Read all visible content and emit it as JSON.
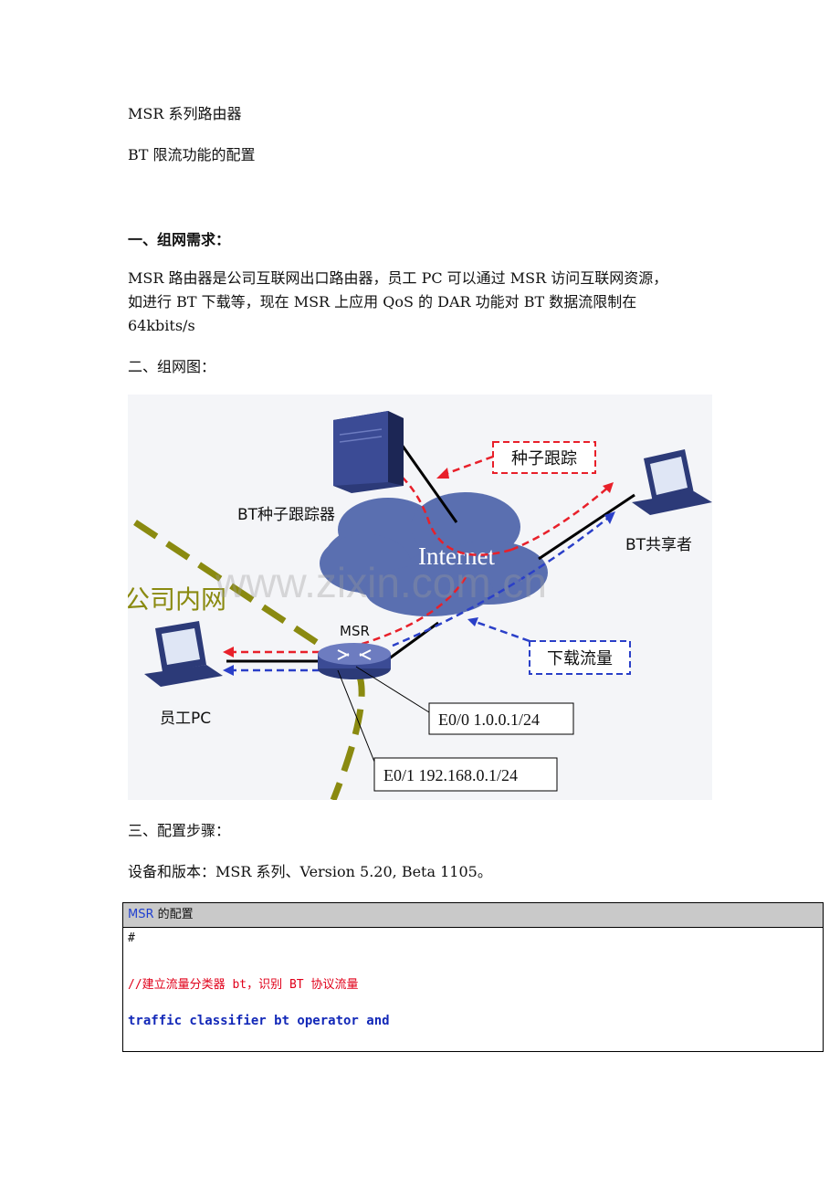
{
  "doc": {
    "title_line1": "MSR 系列路由器",
    "title_line2": "BT 限流功能的配置",
    "section1_heading": "一、组网需求：",
    "section1_para": [
      "MSR 路由器是公司互联网出口路由器，员工 PC 可以通过 MSR 访问互联网资源，",
      "如进行 BT 下载等，现在 MSR 上应用 QoS 的 DAR 功能对 BT 数据流限制在",
      "64kbits/s"
    ],
    "section2_heading": "二、组网图：",
    "section3_heading": "三、配置步骤：",
    "device_version": "设备和版本：MSR 系列、Version 5.20, Beta 1105。"
  },
  "diagram": {
    "tracker_label": "BT种子跟踪器",
    "seed_tracking_label": "种子跟踪",
    "internet_label": "Internet",
    "sharer_label": "BT共享者",
    "company_net_label": "公司内网",
    "msr_label": "MSR",
    "download_traffic_label": "下载流量",
    "employee_pc_label": "员工PC",
    "e00_label": "E0/0 1.0.0.1/24",
    "e01_label": "E0/1 192.168.0.1/24",
    "watermark": "www.zixin.com.cn"
  },
  "code": {
    "header_prefix": "MSR",
    "header_suffix": " 的配置",
    "line1": "#",
    "line2": "//建立流量分类器 bt，识别 BT 协议流量",
    "line3": "traffic classifier bt operator and"
  },
  "colors": {
    "red_dash": "#e8202a",
    "blue_dash": "#2a3fc8",
    "cloud": "#5a6fb0",
    "olive_dash": "#8a8a10"
  }
}
